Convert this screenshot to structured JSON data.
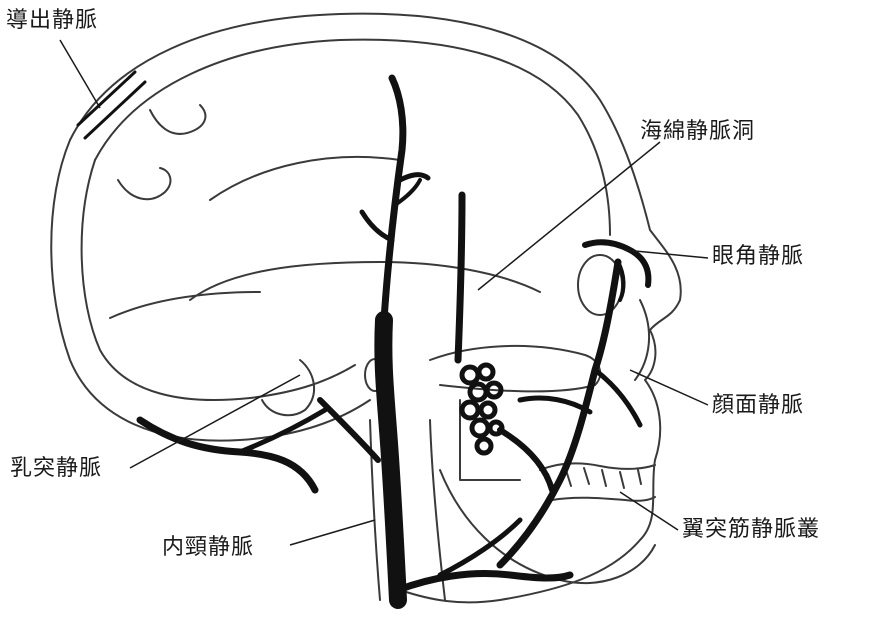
{
  "labels": {
    "emissary_vein": "導出静脈",
    "cavernous_sinus": "海綿静脈洞",
    "angular_vein": "眼角静脈",
    "facial_vein": "顔面静脈",
    "mastoid_emissary_vein": "乳突静脈",
    "internal_jugular_vein": "内頸静脈",
    "pterygoid_plexus": "翼突筋静脈叢"
  },
  "colors": {
    "ink": "#1a1a1a",
    "vein": "#111111",
    "bone_line": "#3a3a3a",
    "background": "#ffffff"
  }
}
